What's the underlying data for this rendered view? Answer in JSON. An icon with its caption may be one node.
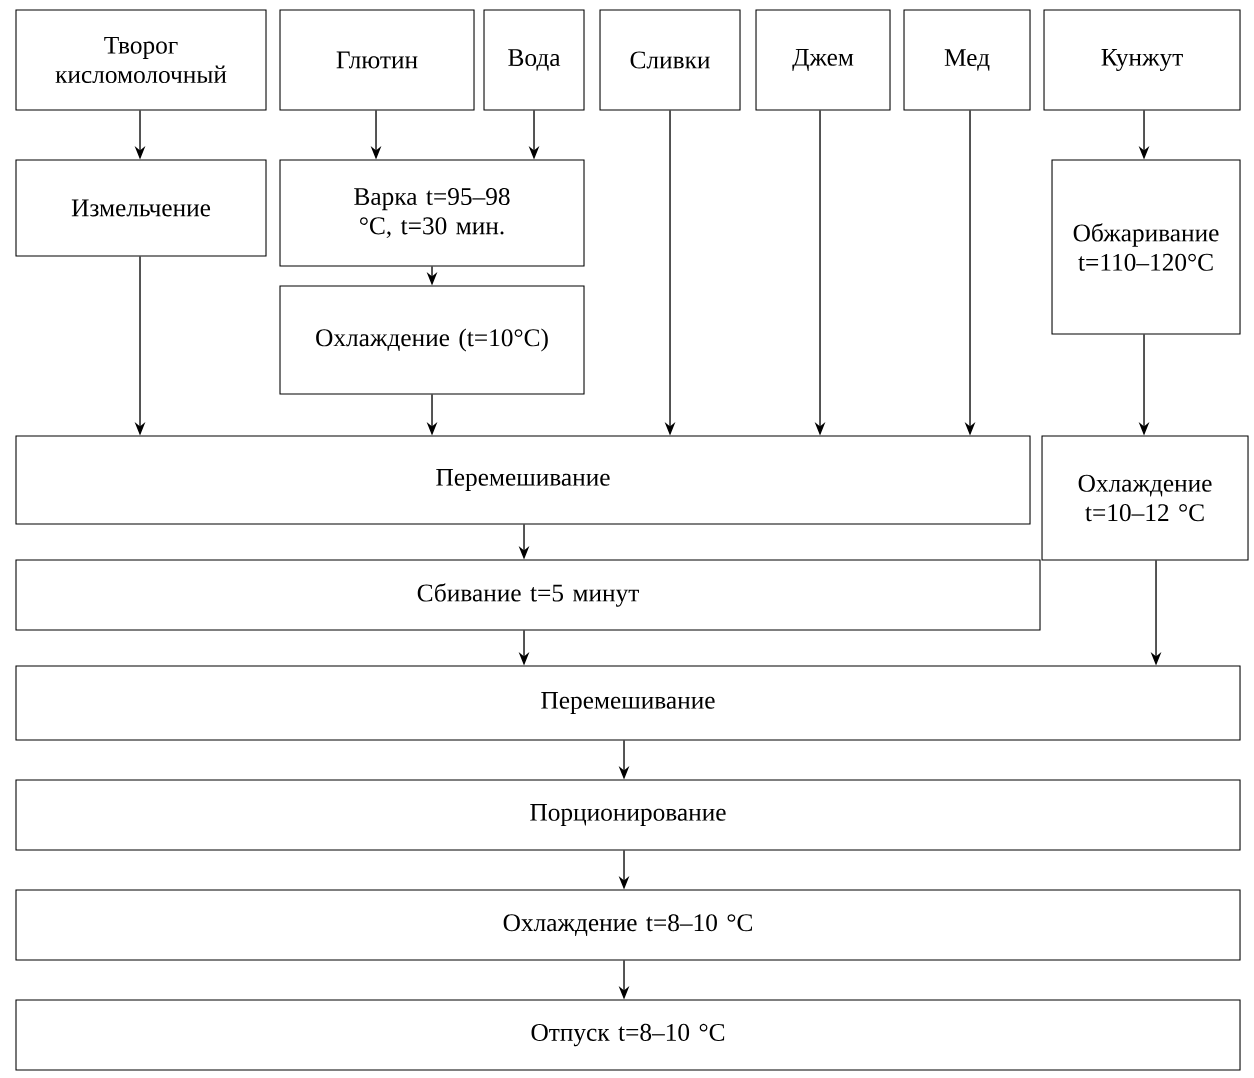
{
  "diagram": {
    "nodes": [
      {
        "text": [
          "Творог кисломолочный"
        ]
      },
      {
        "text": [
          "Глютин"
        ]
      },
      {
        "text": [
          "Вода"
        ]
      },
      {
        "text": [
          "Сливки"
        ]
      },
      {
        "text": [
          "Джем"
        ]
      },
      {
        "text": [
          "Мед"
        ]
      },
      {
        "text": [
          "Кунжут"
        ]
      },
      {
        "text": [
          "Измельчение"
        ]
      },
      {
        "text": [
          "Варка t=95–98 °C, t=30 мин."
        ]
      },
      {
        "text": [
          "Охлаждение (t=10°C)"
        ]
      },
      {
        "text": [
          "Обжаривание t=110–120°C"
        ]
      },
      {
        "text": [
          "Перемешивание"
        ]
      },
      {
        "text": [
          "Охлаждение t=10–12 °C"
        ]
      },
      {
        "text": [
          "Сбивание t=5 минут"
        ]
      },
      {
        "text": [
          "Перемешивание"
        ]
      },
      {
        "text": [
          "Порционирование"
        ]
      },
      {
        "text": [
          "Охлаждение t=8–10 °C"
        ]
      },
      {
        "text": [
          "Отпуск t=8–10 °C"
        ]
      }
    ],
    "edges": [
      {
        "from": 0,
        "to": 7,
        "arrow": "to"
      },
      {
        "from": 1,
        "to": 8,
        "arrow": "to"
      },
      {
        "from": 2,
        "to": 8,
        "arrow": "to"
      },
      {
        "from": 7,
        "to": 11,
        "arrow": "to"
      },
      {
        "from": 8,
        "to": 9,
        "arrow": "to"
      },
      {
        "from": 9,
        "to": 11,
        "arrow": "to"
      },
      {
        "from": 3,
        "to": 11,
        "arrow": "to"
      },
      {
        "from": 4,
        "to": 11,
        "arrow": "to"
      },
      {
        "from": 5,
        "to": 11,
        "arrow": "to"
      },
      {
        "from": 6,
        "to": 10,
        "arrow": "to"
      },
      {
        "from": 10,
        "to": 12,
        "arrow": "to"
      },
      {
        "from": 11,
        "to": 13,
        "arrow": "to"
      },
      {
        "from": 13,
        "to": 14,
        "arrow": "to"
      },
      {
        "from": 12,
        "to": 14,
        "arrow": "to"
      },
      {
        "from": 14,
        "to": 15,
        "arrow": "to"
      },
      {
        "from": 15,
        "to": 16,
        "arrow": "to"
      },
      {
        "from": 16,
        "to": 17,
        "arrow": "to"
      }
    ]
  }
}
